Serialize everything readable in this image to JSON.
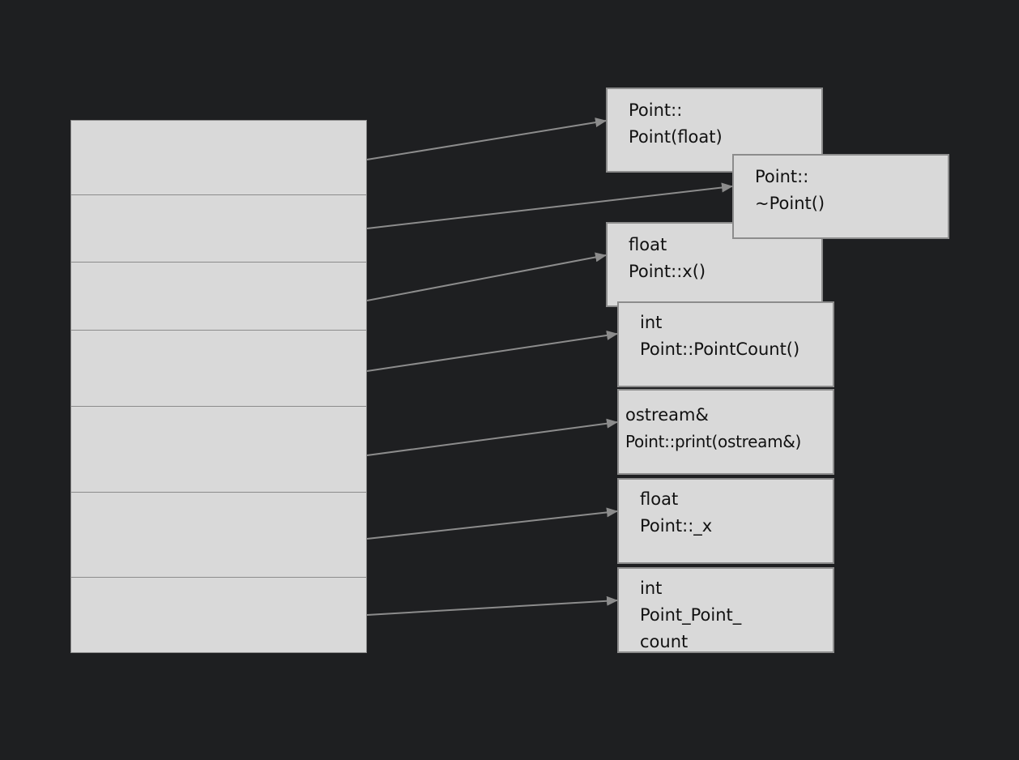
{
  "colors": {
    "background": "#1e1f21",
    "box_fill": "#d9d9d9",
    "box_border": "#8c8c8c",
    "arrow": "#8c8c8c",
    "text": "#111111"
  },
  "table": {
    "slot_count": 7
  },
  "entries": [
    {
      "line1": "Point::",
      "line2": "Point(float)",
      "line3": ""
    },
    {
      "line1": "Point::",
      "line2": "~Point()",
      "line3": ""
    },
    {
      "line1": "float",
      "line2": "Point::x()",
      "line3": ""
    },
    {
      "line1": "int",
      "line2": "Point::PointCount()",
      "line3": ""
    },
    {
      "line1": "ostream&",
      "line2": "Point::print(ostream&)",
      "line3": ""
    },
    {
      "line1": "float",
      "line2": "Point::_x",
      "line3": ""
    },
    {
      "line1": "int",
      "line2": "Point_Point_",
      "line3": "count"
    }
  ]
}
